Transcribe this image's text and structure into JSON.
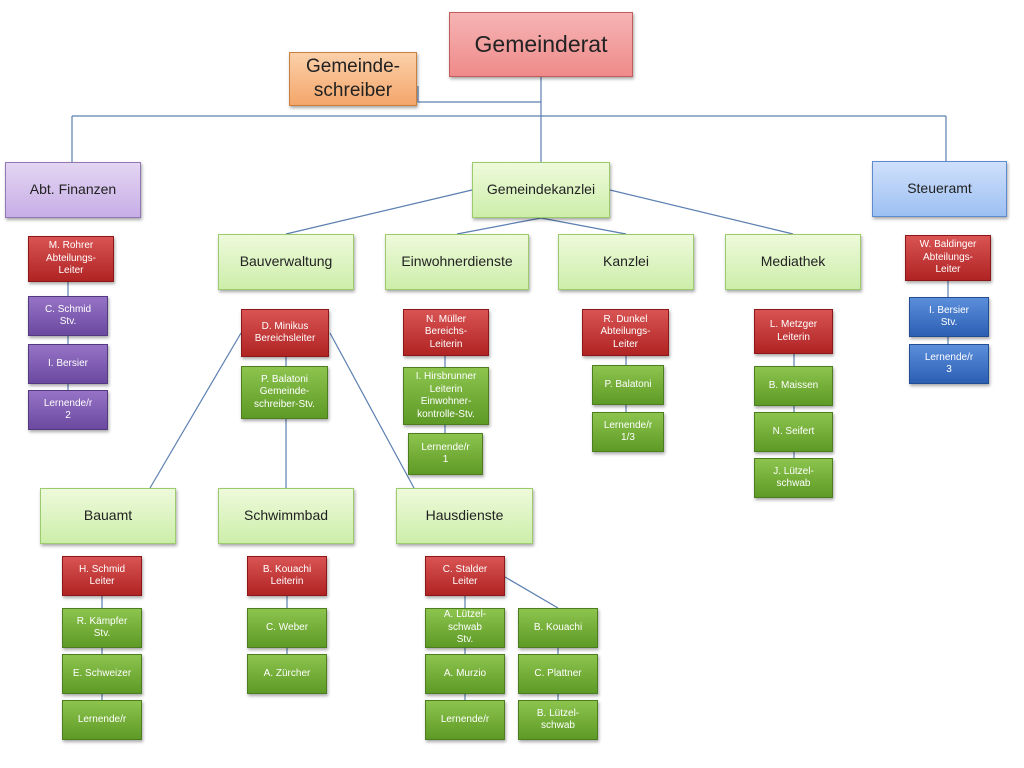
{
  "nodes": {
    "gemeinderat": "Gemeinderat",
    "gemeindeschreiber": "Gemeinde-\nschreiber",
    "abt_finanzen": "Abt. Finanzen",
    "gemeindekanzlei": "Gemeindekanzlei",
    "steueramt": "Steueramt",
    "bauverwaltung": "Bauverwaltung",
    "einwohnerdienste": "Einwohnerdienste",
    "kanzlei": "Kanzlei",
    "mediathek": "Mediathek",
    "bauamt": "Bauamt",
    "schwimmbad": "Schwimmbad",
    "hausdienste": "Hausdienste"
  },
  "people": {
    "fin_rohrer": "M. Rohrer\nAbteilungs-\nLeiter",
    "fin_schmid": "C. Schmid\nStv.",
    "fin_bersier": "I. Bersier",
    "fin_lernende": "Lernende/r\n2",
    "st_baldinger": "W. Baldinger\nAbteilungs-\nLeiter",
    "st_bersier": "I. Bersier\nStv.",
    "st_lernende": "Lernende/r\n3",
    "bv_minikus": "D. Minikus\nBereichsleiter",
    "bv_balatoni": "P. Balatoni\nGemeinde-\nschreiber-Stv.",
    "ew_mueller": "N. Müller\nBereichs-\nLeiterin",
    "ew_hirsbrunner": "I. Hirsbrunner\nLeiterin\nEinwohner-\nkontrolle-Stv.",
    "ew_lernende": "Lernende/r\n1",
    "ka_dunkel": "R. Dunkel\nAbteilungs-\nLeiter",
    "ka_balatoni": "P. Balatoni",
    "ka_lernende": "Lernende/r\n1/3",
    "me_metzger": "L. Metzger\nLeiterin",
    "me_maissen": "B. Maissen",
    "me_seifert": "N. Seifert",
    "me_luetzelschwab": "J. Lützel-\nschwab",
    "ba_schmid": "H. Schmid\nLeiter",
    "ba_kaempfer": "R. Kämpfer\nStv.",
    "ba_schweizer": "E. Schweizer",
    "ba_lernende": "Lernende/r",
    "sb_kouachi": "B.  Kouachi\nLeiterin",
    "sb_weber": "C. Weber",
    "sb_zuercher": "A. Zürcher",
    "hd_stalder": "C. Stalder\nLeiter",
    "hd_luetzelschwab": "A. Lützel-\nschwab\nStv.",
    "hd_kouachi": "B. Kouachi",
    "hd_murzio": "A. Murzio",
    "hd_plattner": "C. Plattner",
    "hd_lernende": "Lernende/r",
    "hd_b_luetzelschwab": "B. Lützel-\nschwab"
  },
  "colors": {
    "line": "#5b7fb0",
    "leiter_red": "#b02323",
    "staff_green": "#5e9a26",
    "finance_purple": "#6a49a0",
    "tax_blue": "#2c5fb3"
  }
}
